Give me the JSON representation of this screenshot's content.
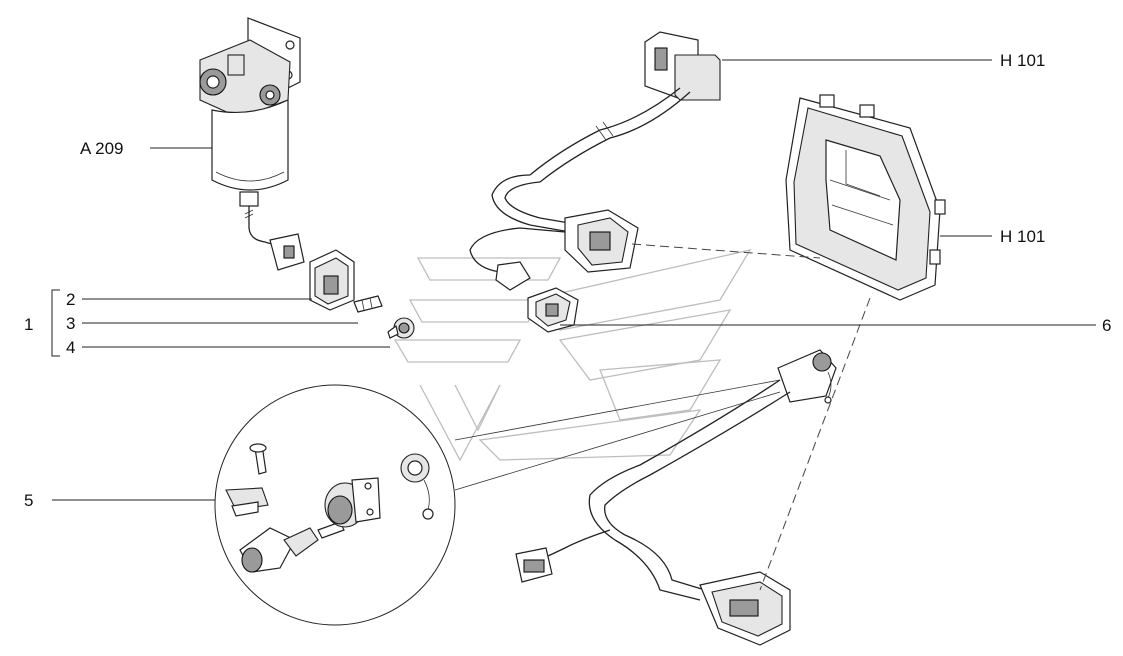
{
  "labels": {
    "a209": "A 209",
    "h101_top": "H 101",
    "h101_mid": "H 101",
    "n1": "1",
    "n2": "2",
    "n3": "3",
    "n4": "4",
    "n5": "5",
    "n6": "6"
  }
}
